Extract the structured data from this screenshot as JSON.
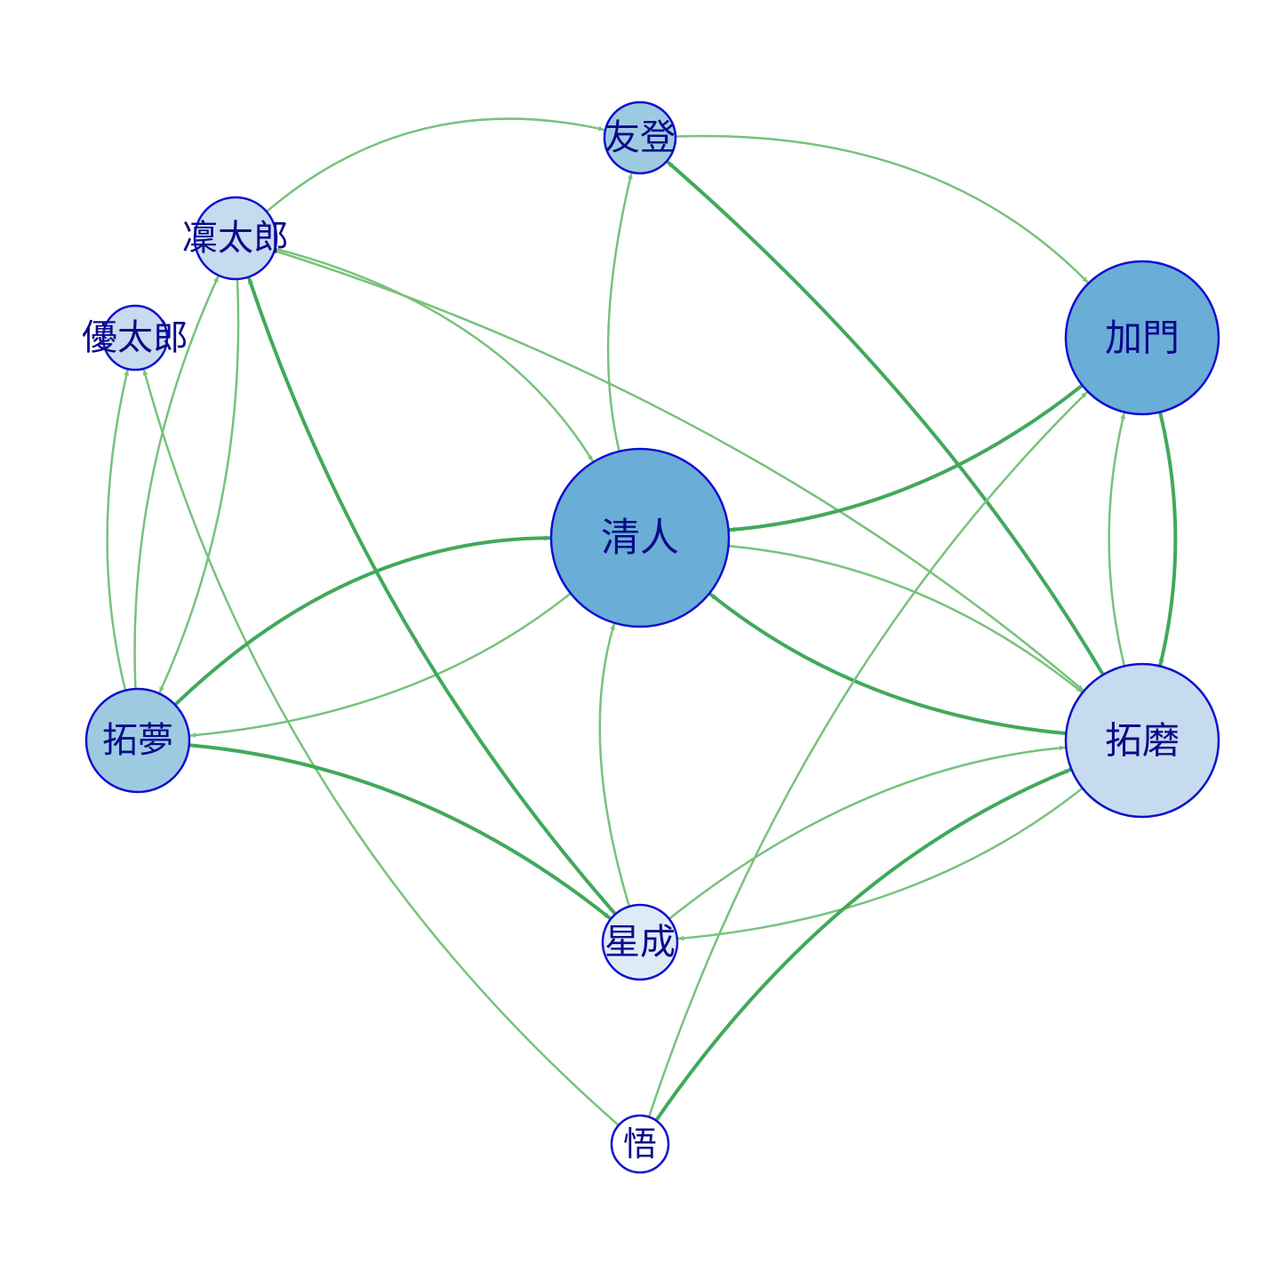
{
  "colors": {
    "background": "#ffffff",
    "node_border": "#1010d0",
    "label": "#0b0b8a",
    "edge_light": "#78c27c",
    "edge_strong": "#41a95a",
    "node_dark": "#6aadd6",
    "node_mid": "#9ecae1",
    "node_light": "#c6dbef",
    "node_pale": "#deebf7",
    "node_white": "#ffffff"
  },
  "nodes": [
    {
      "id": "tomo",
      "label": "友登",
      "fill": "#9ecae1"
    },
    {
      "id": "rintaro",
      "label": "凜太郎",
      "fill": "#c6dbef"
    },
    {
      "id": "yutaro",
      "label": "優太郎",
      "fill": "#c6dbef"
    },
    {
      "id": "kado",
      "label": "加門",
      "fill": "#6aadd6"
    },
    {
      "id": "kiyoto",
      "label": "清人",
      "fill": "#6aadd6"
    },
    {
      "id": "takumu",
      "label": "拓夢",
      "fill": "#9ecae1"
    },
    {
      "id": "takuma",
      "label": "拓磨",
      "fill": "#c6dbef"
    },
    {
      "id": "hoshinari",
      "label": "星成",
      "fill": "#deebf7"
    },
    {
      "id": "satoru",
      "label": "悟",
      "fill": "#ffffff"
    }
  ],
  "edges": [
    {
      "from": "rintaro",
      "to": "tomo",
      "strength": "light"
    },
    {
      "from": "tomo",
      "to": "kado",
      "strength": "light"
    },
    {
      "from": "kiyoto",
      "to": "tomo",
      "strength": "light"
    },
    {
      "from": "takuma",
      "to": "tomo",
      "strength": "strong"
    },
    {
      "from": "rintaro",
      "to": "kiyoto",
      "strength": "light"
    },
    {
      "from": "rintaro",
      "to": "takuma",
      "strength": "light"
    },
    {
      "from": "rintaro",
      "to": "takumu",
      "strength": "light"
    },
    {
      "from": "takumu",
      "to": "rintaro",
      "strength": "light"
    },
    {
      "from": "takumu",
      "to": "yutaro",
      "strength": "light"
    },
    {
      "from": "satoru",
      "to": "yutaro",
      "strength": "light"
    },
    {
      "from": "kado",
      "to": "kiyoto",
      "strength": "strong"
    },
    {
      "from": "kado",
      "to": "takuma",
      "strength": "strong"
    },
    {
      "from": "takuma",
      "to": "kado",
      "strength": "light"
    },
    {
      "from": "takuma",
      "to": "kiyoto",
      "strength": "strong"
    },
    {
      "from": "kiyoto",
      "to": "takuma",
      "strength": "light"
    },
    {
      "from": "takumu",
      "to": "kiyoto",
      "strength": "strong"
    },
    {
      "from": "kiyoto",
      "to": "takumu",
      "strength": "light"
    },
    {
      "from": "takumu",
      "to": "hoshinari",
      "strength": "strong"
    },
    {
      "from": "hoshinari",
      "to": "rintaro",
      "strength": "strong"
    },
    {
      "from": "hoshinari",
      "to": "kiyoto",
      "strength": "light"
    },
    {
      "from": "hoshinari",
      "to": "takuma",
      "strength": "light"
    },
    {
      "from": "takuma",
      "to": "hoshinari",
      "strength": "light"
    },
    {
      "from": "satoru",
      "to": "kado",
      "strength": "light"
    },
    {
      "from": "satoru",
      "to": "takuma",
      "strength": "strong"
    }
  ]
}
